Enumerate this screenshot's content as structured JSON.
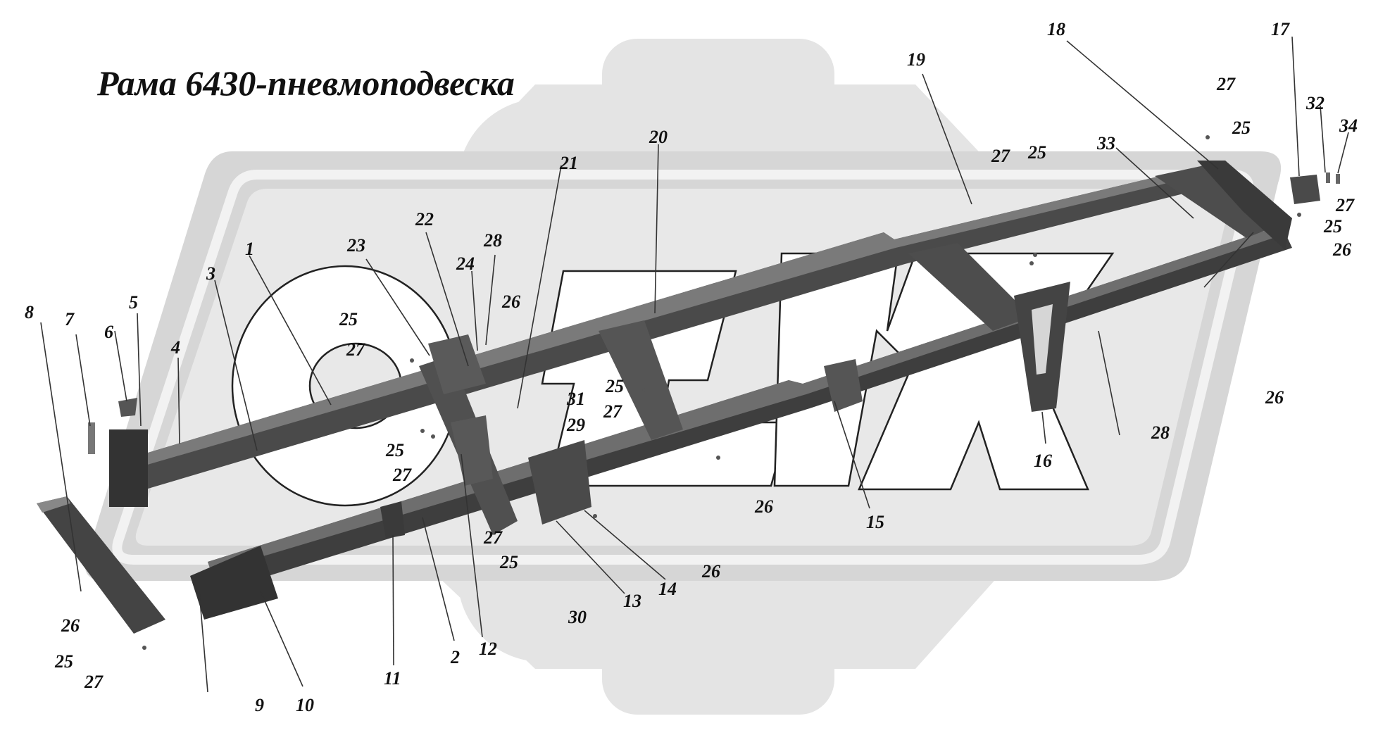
{
  "title": "Рама 6430-пневмоподвеска",
  "colors": {
    "background": "#ffffff",
    "watermark_gear": "#e4e4e4",
    "watermark_band": "#d6d6d6",
    "frame_dark": "#3a3a3a",
    "frame_mid": "#5c5c5c",
    "frame_light": "#8a8a8a"
  },
  "callouts": {
    "c1": "1",
    "c2": "2",
    "c3": "3",
    "c4": "4",
    "c5": "5",
    "c6": "6",
    "c7": "7",
    "c8": "8",
    "c9": "9",
    "c10": "10",
    "c11": "11",
    "c12": "12",
    "c13": "13",
    "c14": "14",
    "c15": "15",
    "c16": "16",
    "c17": "17",
    "c18": "18",
    "c19": "19",
    "c20": "20",
    "c21": "21",
    "c22": "22",
    "c23": "23",
    "c24": "24",
    "c25": "25",
    "c26": "26",
    "c27": "27",
    "c28": "28",
    "c29": "29",
    "c30": "30",
    "c31": "31",
    "c32": "32",
    "c33": "33",
    "c34": "34"
  }
}
